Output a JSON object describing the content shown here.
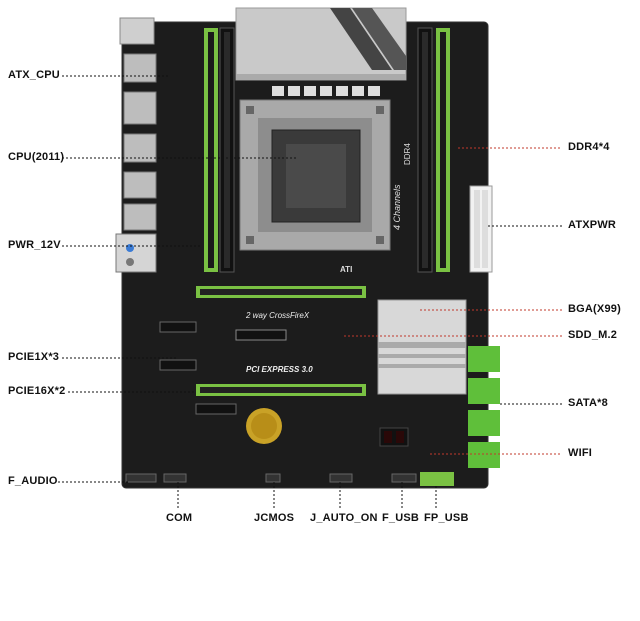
{
  "board": {
    "silkscreen": {
      "crossfire": "2 way CrossFireX",
      "pci_express": "PCI EXPRESS 3.0",
      "channels": "4 Channels",
      "ddr4": "DDR4",
      "ati": "ATI"
    },
    "colors": {
      "pcb": "#1c1c1c",
      "dimm_green": "#7ac143",
      "sata_green": "#5fbf3a",
      "heatsink_silver": "#c9c9c9",
      "socket_frame": "#a9a9a9",
      "leader_red": "#c0392b",
      "label_text": "#111111"
    }
  },
  "labels": {
    "left": [
      "ATX_CPU",
      "CPU(2011)",
      "PWR_12V",
      "PCIE1X*3",
      "PCIE16X*2",
      "F_AUDIO"
    ],
    "right": [
      "DDR4*4",
      "ATXPWR",
      "BGA(X99)",
      "SDD_M.2",
      "SATA*8",
      "WIFI"
    ],
    "bottom": [
      "COM",
      "JCMOS",
      "J_AUTO_ON",
      "F_USB",
      "FP_USB"
    ]
  }
}
